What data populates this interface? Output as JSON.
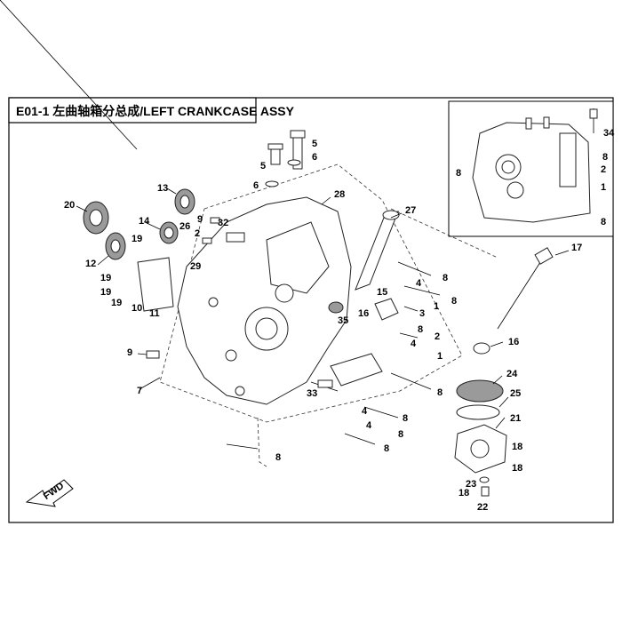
{
  "title": "E01-1  左曲轴箱分总成/LEFT CRANKCASE ASSY",
  "fwd_label": "FWD",
  "callouts": {
    "c1a": "1",
    "c1b": "1",
    "c1c": "1",
    "c2a": "2",
    "c2b": "2",
    "c3": "3",
    "c4a": "4",
    "c4b": "4",
    "c4c": "4",
    "c4d": "4",
    "c5a": "5",
    "c5b": "5",
    "c6a": "6",
    "c6b": "6",
    "c7": "7",
    "c8a": "8",
    "c8b": "8",
    "c8c": "8",
    "c8d": "8",
    "c8e": "8",
    "c8f": "8",
    "c8g": "8",
    "c8h": "8",
    "c8i": "8",
    "c8j": "8",
    "c8k": "8",
    "c9a": "9",
    "c9b": "9",
    "c10": "10",
    "c11": "11",
    "c12": "12",
    "c13": "13",
    "c14": "14",
    "c15": "15",
    "c16a": "16",
    "c16b": "16",
    "c17": "17",
    "c18a": "18",
    "c18b": "18",
    "c18c": "18",
    "c19a": "19",
    "c19b": "19",
    "c19c": "19",
    "c19d": "19",
    "c20": "20",
    "c21": "21",
    "c22": "22",
    "c23": "23",
    "c24": "24",
    "c25": "25",
    "c26": "26",
    "c27": "27",
    "c28": "28",
    "c29": "29",
    "c32": "32",
    "c33": "33",
    "c34": "34",
    "c35": "35"
  }
}
